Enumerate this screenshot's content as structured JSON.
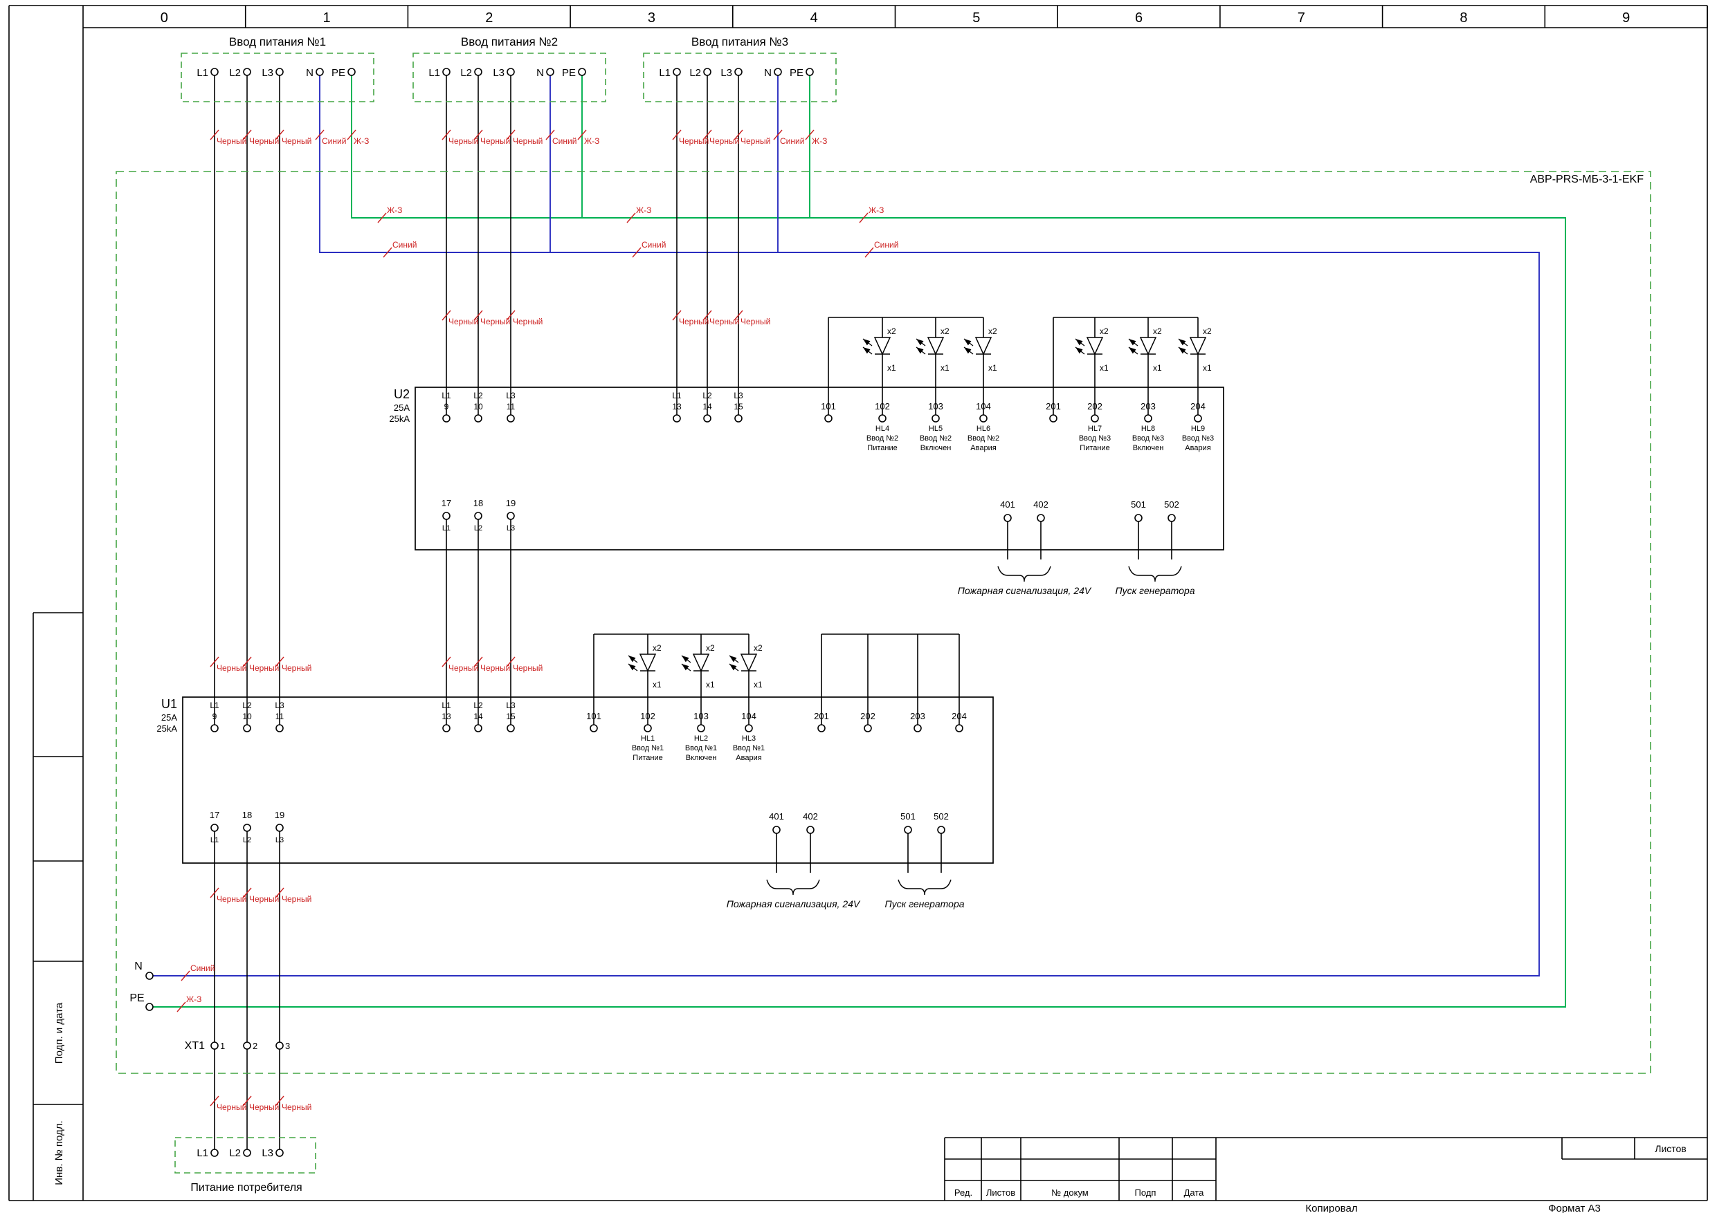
{
  "page": {
    "ruler_numbers": [
      "0",
      "1",
      "2",
      "3",
      "4",
      "5",
      "6",
      "7",
      "8",
      "9"
    ],
    "side_labels": [
      {
        "id": "podp-i-data",
        "text": "Подп. и дата"
      },
      {
        "id": "inv-no-podl",
        "text": "Инв. № подл."
      }
    ],
    "title_block": {
      "columns": [
        "Ред.",
        "Листов",
        "№ докум",
        "Подп",
        "Дата"
      ],
      "sheets_label": "Листов",
      "copied_label": "Копировал",
      "format_label": "Формат А3"
    }
  },
  "schematic": {
    "enclosure_label": "АВР-PRS-МБ-3-1-EKF",
    "inputs": [
      {
        "title": "Ввод питания №1",
        "terminals": [
          "L1",
          "L2",
          "L3",
          "N",
          "PE"
        ]
      },
      {
        "title": "Ввод питания №2",
        "terminals": [
          "L1",
          "L2",
          "L3",
          "N",
          "PE"
        ]
      },
      {
        "title": "Ввод питания №3",
        "terminals": [
          "L1",
          "L2",
          "L3",
          "N",
          "PE"
        ]
      }
    ],
    "wire_labels": {
      "black": "Черный",
      "blue": "Синий",
      "green": "Ж-З"
    },
    "led_pin_top": "x2",
    "led_pin_bottom": "x1",
    "devices": [
      {
        "name": "U1",
        "current": "25A",
        "breaking": "25kA",
        "top_phase_terminals": [
          {
            "phase": "L1",
            "num": "9"
          },
          {
            "phase": "L2",
            "num": "10"
          },
          {
            "phase": "L3",
            "num": "11"
          },
          {
            "phase": "L1",
            "num": "13"
          },
          {
            "phase": "L2",
            "num": "14"
          },
          {
            "phase": "L3",
            "num": "15"
          }
        ],
        "signal_terminals": [
          "101",
          "102",
          "103",
          "104",
          "201",
          "202",
          "203",
          "204"
        ],
        "leds": [
          {
            "name": "HL1",
            "group": "Ввод №1",
            "func": "Питание"
          },
          {
            "name": "HL2",
            "group": "Ввод №1",
            "func": "Включен"
          },
          {
            "name": "HL3",
            "group": "Ввод №1",
            "func": "Авария"
          }
        ],
        "bottom_phase_terminals": [
          {
            "num": "17",
            "phase": "L1"
          },
          {
            "num": "18",
            "phase": "L2"
          },
          {
            "num": "19",
            "phase": "L3"
          }
        ],
        "aux_terminals": [
          "401",
          "402",
          "501",
          "502"
        ],
        "fire_label": "Пожарная сигнализация, 24V",
        "generator_label": "Пуск генератора"
      },
      {
        "name": "U2",
        "current": "25A",
        "breaking": "25kA",
        "top_phase_terminals": [
          {
            "phase": "L1",
            "num": "9"
          },
          {
            "phase": "L2",
            "num": "10"
          },
          {
            "phase": "L3",
            "num": "11"
          },
          {
            "phase": "L1",
            "num": "13"
          },
          {
            "phase": "L2",
            "num": "14"
          },
          {
            "phase": "L3",
            "num": "15"
          }
        ],
        "signal_terminals": [
          "101",
          "102",
          "103",
          "104",
          "201",
          "202",
          "203",
          "204"
        ],
        "leds": [
          {
            "name": "HL4",
            "group": "Ввод №2",
            "func": "Питание"
          },
          {
            "name": "HL5",
            "group": "Ввод №2",
            "func": "Включен"
          },
          {
            "name": "HL6",
            "group": "Ввод №2",
            "func": "Авария"
          },
          {
            "name": "HL7",
            "group": "Ввод №3",
            "func": "Питание"
          },
          {
            "name": "HL8",
            "group": "Ввод №3",
            "func": "Включен"
          },
          {
            "name": "HL9",
            "group": "Ввод №3",
            "func": "Авария"
          }
        ],
        "bottom_phase_terminals": [
          {
            "num": "17",
            "phase": "L1"
          },
          {
            "num": "18",
            "phase": "L2"
          },
          {
            "num": "19",
            "phase": "L3"
          }
        ],
        "aux_terminals": [
          "401",
          "402",
          "501",
          "502"
        ],
        "fire_label": "Пожарная сигнализация, 24V",
        "generator_label": "Пуск генератора"
      }
    ],
    "xt1": {
      "name": "ХТ1",
      "terminals": [
        "1",
        "2",
        "3"
      ]
    },
    "n_label": "N",
    "pe_label": "PE",
    "output": {
      "title": "Питание потребителя",
      "terminals": [
        "L1",
        "L2",
        "L3"
      ]
    },
    "colors": {
      "wire_black": "#000000",
      "wire_blue": "#2a2ec0",
      "wire_green": "#00b050",
      "enclosure_green": "#44a544",
      "label_red": "#cc2222"
    }
  }
}
